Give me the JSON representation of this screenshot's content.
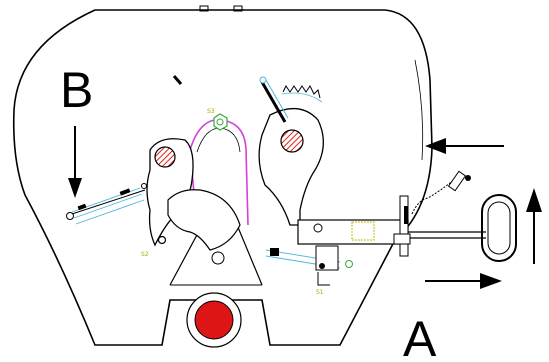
{
  "labels": {
    "point_a": "A",
    "point_b": "B",
    "marker_s3": "S3",
    "marker_s2": "S2",
    "marker_s1": "S1"
  },
  "colors": {
    "outline": "#000000",
    "hatch_red": "#e02020",
    "pin_red": "#dd1515",
    "link_magenta": "#d640d6",
    "spring_cyan": "#4fb6d8",
    "marker_yellow": "#c8b400",
    "green_nut": "#3aa83a"
  },
  "icons": {
    "arrow_b": "down-arrow",
    "arrow_right_top": "left-arrow",
    "arrow_right_bottom": "right-arrow",
    "arrow_vertical": "up-arrow"
  }
}
